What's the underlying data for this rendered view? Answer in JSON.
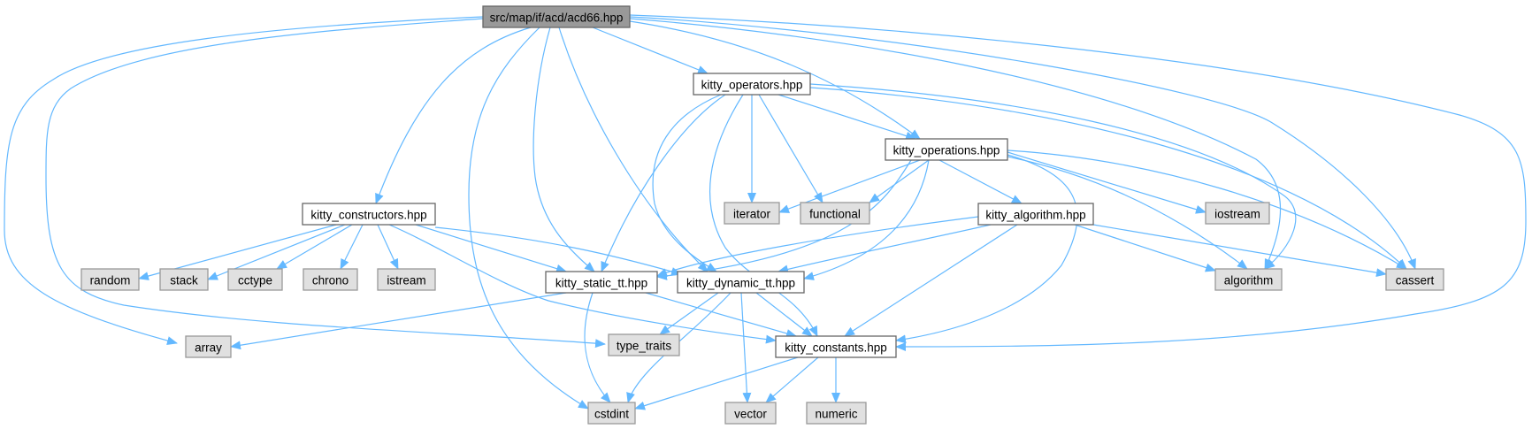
{
  "title": "src/map/if/acd/acd66.hpp",
  "colors": {
    "edge": "#63b8ff",
    "root_fill": "#999999",
    "root_stroke": "#666666",
    "local_fill": "#ffffff",
    "local_stroke": "#666666",
    "system_fill": "#e0e0e0",
    "system_stroke": "#999999"
  },
  "nodes": [
    {
      "id": "root",
      "label": "src/map/if/acd/acd66.hpp",
      "kind": "root"
    },
    {
      "id": "operators",
      "label": "kitty_operators.hpp",
      "kind": "local"
    },
    {
      "id": "operations",
      "label": "kitty_operations.hpp",
      "kind": "local"
    },
    {
      "id": "constructors",
      "label": "kitty_constructors.hpp",
      "kind": "local"
    },
    {
      "id": "algorithm_hpp",
      "label": "kitty_algorithm.hpp",
      "kind": "local"
    },
    {
      "id": "static_tt",
      "label": "kitty_static_tt.hpp",
      "kind": "local"
    },
    {
      "id": "dynamic_tt",
      "label": "kitty_dynamic_tt.hpp",
      "kind": "local"
    },
    {
      "id": "constants",
      "label": "kitty_constants.hpp",
      "kind": "local"
    },
    {
      "id": "iterator",
      "label": "iterator",
      "kind": "system"
    },
    {
      "id": "functional",
      "label": "functional",
      "kind": "system"
    },
    {
      "id": "iostream",
      "label": "iostream",
      "kind": "system"
    },
    {
      "id": "random",
      "label": "random",
      "kind": "system"
    },
    {
      "id": "stack",
      "label": "stack",
      "kind": "system"
    },
    {
      "id": "cctype",
      "label": "cctype",
      "kind": "system"
    },
    {
      "id": "chrono",
      "label": "chrono",
      "kind": "system"
    },
    {
      "id": "istream",
      "label": "istream",
      "kind": "system"
    },
    {
      "id": "algorithm",
      "label": "algorithm",
      "kind": "system"
    },
    {
      "id": "cassert",
      "label": "cassert",
      "kind": "system"
    },
    {
      "id": "array",
      "label": "array",
      "kind": "system"
    },
    {
      "id": "type_traits",
      "label": "type_traits",
      "kind": "system"
    },
    {
      "id": "cstdint",
      "label": "cstdint",
      "kind": "system"
    },
    {
      "id": "vector",
      "label": "vector",
      "kind": "system"
    },
    {
      "id": "numeric",
      "label": "numeric",
      "kind": "system"
    }
  ],
  "edges": [
    {
      "from": "root",
      "to": "operators"
    },
    {
      "from": "root",
      "to": "operations"
    },
    {
      "from": "root",
      "to": "constructors"
    },
    {
      "from": "root",
      "to": "static_tt"
    },
    {
      "from": "root",
      "to": "dynamic_tt"
    },
    {
      "from": "root",
      "to": "constants"
    },
    {
      "from": "root",
      "to": "algorithm"
    },
    {
      "from": "root",
      "to": "cassert"
    },
    {
      "from": "root",
      "to": "array"
    },
    {
      "from": "root",
      "to": "type_traits"
    },
    {
      "from": "root",
      "to": "cstdint"
    },
    {
      "from": "operators",
      "to": "operations"
    },
    {
      "from": "operators",
      "to": "iterator"
    },
    {
      "from": "operators",
      "to": "functional"
    },
    {
      "from": "operators",
      "to": "static_tt"
    },
    {
      "from": "operators",
      "to": "dynamic_tt"
    },
    {
      "from": "operators",
      "to": "constants"
    },
    {
      "from": "operators",
      "to": "algorithm"
    },
    {
      "from": "operators",
      "to": "cassert"
    },
    {
      "from": "operations",
      "to": "iterator"
    },
    {
      "from": "operations",
      "to": "functional"
    },
    {
      "from": "operations",
      "to": "iostream"
    },
    {
      "from": "operations",
      "to": "algorithm_hpp"
    },
    {
      "from": "operations",
      "to": "algorithm"
    },
    {
      "from": "operations",
      "to": "cassert"
    },
    {
      "from": "operations",
      "to": "static_tt"
    },
    {
      "from": "operations",
      "to": "dynamic_tt"
    },
    {
      "from": "operations",
      "to": "constants"
    },
    {
      "from": "constructors",
      "to": "random"
    },
    {
      "from": "constructors",
      "to": "stack"
    },
    {
      "from": "constructors",
      "to": "cctype"
    },
    {
      "from": "constructors",
      "to": "chrono"
    },
    {
      "from": "constructors",
      "to": "istream"
    },
    {
      "from": "constructors",
      "to": "static_tt"
    },
    {
      "from": "constructors",
      "to": "dynamic_tt"
    },
    {
      "from": "constructors",
      "to": "constants"
    },
    {
      "from": "algorithm_hpp",
      "to": "algorithm"
    },
    {
      "from": "algorithm_hpp",
      "to": "cassert"
    },
    {
      "from": "algorithm_hpp",
      "to": "static_tt"
    },
    {
      "from": "algorithm_hpp",
      "to": "dynamic_tt"
    },
    {
      "from": "algorithm_hpp",
      "to": "constants"
    },
    {
      "from": "static_tt",
      "to": "array"
    },
    {
      "from": "static_tt",
      "to": "cstdint"
    },
    {
      "from": "static_tt",
      "to": "constants"
    },
    {
      "from": "dynamic_tt",
      "to": "type_traits"
    },
    {
      "from": "dynamic_tt",
      "to": "cstdint"
    },
    {
      "from": "dynamic_tt",
      "to": "vector"
    },
    {
      "from": "dynamic_tt",
      "to": "constants"
    },
    {
      "from": "constants",
      "to": "cstdint"
    },
    {
      "from": "constants",
      "to": "vector"
    },
    {
      "from": "constants",
      "to": "numeric"
    }
  ]
}
